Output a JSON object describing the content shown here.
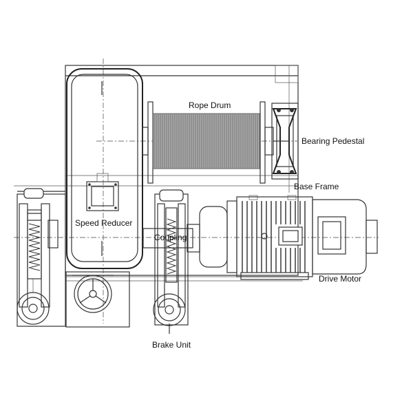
{
  "labels": {
    "rope_drum": "Rope Drum",
    "bearing_pedestal": "Bearing Pedestal",
    "base_frame": "Base Frame",
    "speed_reducer": "Speed Reducer",
    "coupling": "Coupling",
    "drive_motor": "Drive Motor",
    "brake_unit": "Brake Unit"
  },
  "colors": {
    "line": "#333333",
    "drum_fill": "#aaaaaa",
    "background": "#ffffff"
  }
}
